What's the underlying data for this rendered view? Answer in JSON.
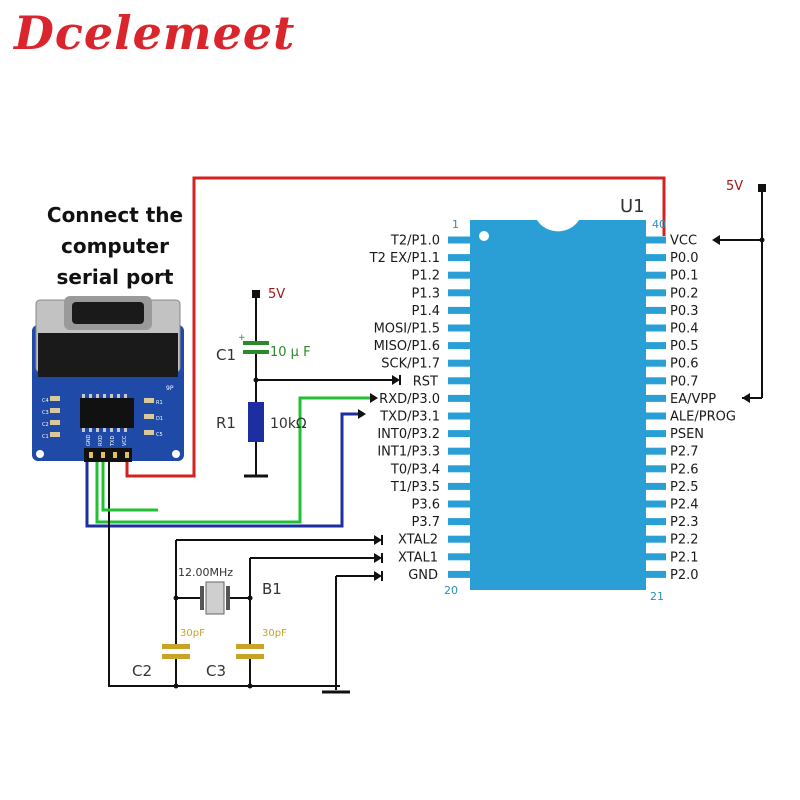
{
  "brand": {
    "name": "Dcelemeet",
    "color": "#d9252b"
  },
  "caption": {
    "line1": "Connect the",
    "line2": "computer",
    "line3": "serial port"
  },
  "chip": {
    "ref": "U1",
    "pin1": "1",
    "pin20": "20",
    "pin21": "21",
    "pin40": "40",
    "color": "#2a9fd6",
    "left_pins": [
      "T2/P1.0",
      "T2 EX/P1.1",
      "P1.2",
      "P1.3",
      "P1.4",
      "MOSI/P1.5",
      "MISO/P1.6",
      "SCK/P1.7",
      "RST",
      "RXD/P3.0",
      "TXD/P3.1",
      "INT0/P3.2",
      "INT1/P3.3",
      "T0/P3.4",
      "T1/P3.5",
      "P3.6",
      "P3.7",
      "XTAL2",
      "XTAL1",
      "GND"
    ],
    "right_pins": [
      "VCC",
      "P0.0",
      "P0.1",
      "P0.2",
      "P0.3",
      "P0.4",
      "P0.5",
      "P0.6",
      "P0.7",
      "EA/VPP",
      "ALE/PROG",
      "PSEN",
      "P2.7",
      "P2.6",
      "P2.5",
      "P2.4",
      "P2.3",
      "P2.2",
      "P2.1",
      "P2.0"
    ]
  },
  "components": {
    "vcc_top": "5V",
    "vcc_left": "5V",
    "c1_ref": "C1",
    "c1_val": "10 μ F",
    "r1_ref": "R1",
    "r1_val": "10kΩ",
    "crystal_val": "12.00MHz",
    "b1_ref": "B1",
    "c2_ref": "C2",
    "c3_ref": "C3",
    "c2_val": "30pF",
    "c3_val": "30pF"
  },
  "board": {
    "label_9p": "9P",
    "chip_refs": [
      "C4",
      "C3",
      "C2",
      "C1",
      "R1",
      "D1",
      "C5"
    ],
    "pin_labels": [
      "GND",
      "RXD",
      "TXD",
      "VCC"
    ]
  },
  "wires": {
    "vcc": "#d42020",
    "rxd": "#22c033",
    "txd": "#1c2ea0",
    "gnd": "#111111"
  }
}
